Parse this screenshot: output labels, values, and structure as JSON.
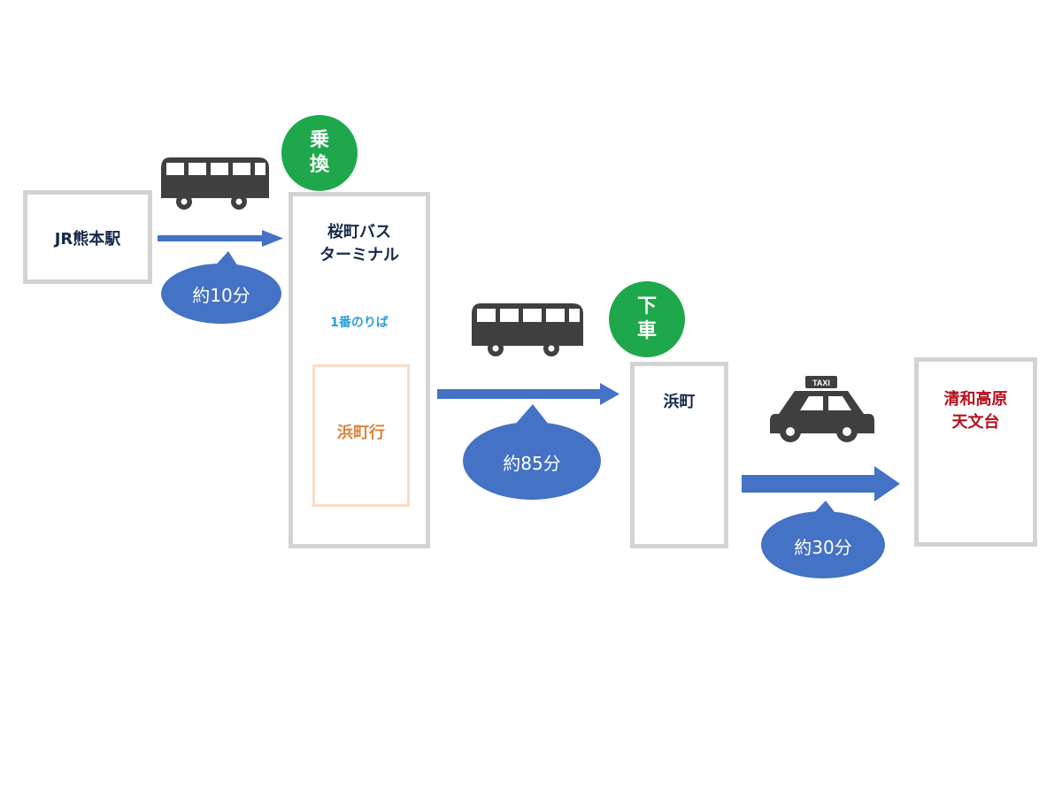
{
  "stations": {
    "origin": "JR熊本駅",
    "transfer_line1": "桜町バス",
    "transfer_line2": "ターミナル",
    "platform": "1番のりば",
    "bus_destination": "浜町行",
    "alight": "浜町",
    "destination_line1": "清和高原",
    "destination_line2": "天文台"
  },
  "badges": {
    "transfer_line1": "乗",
    "transfer_line2": "換",
    "alight_line1": "下",
    "alight_line2": "車"
  },
  "durations": {
    "leg1": "約10分",
    "leg2": "約85分",
    "leg3": "約30分"
  },
  "taxi_sign": "TAXI",
  "icons": [
    "bus-icon",
    "bus-icon",
    "taxi-icon"
  ],
  "colors": {
    "arrow": "#4472c4",
    "badge": "#1fa84b",
    "box_border": "#d3d3d3",
    "icon": "#3f3f3f"
  }
}
